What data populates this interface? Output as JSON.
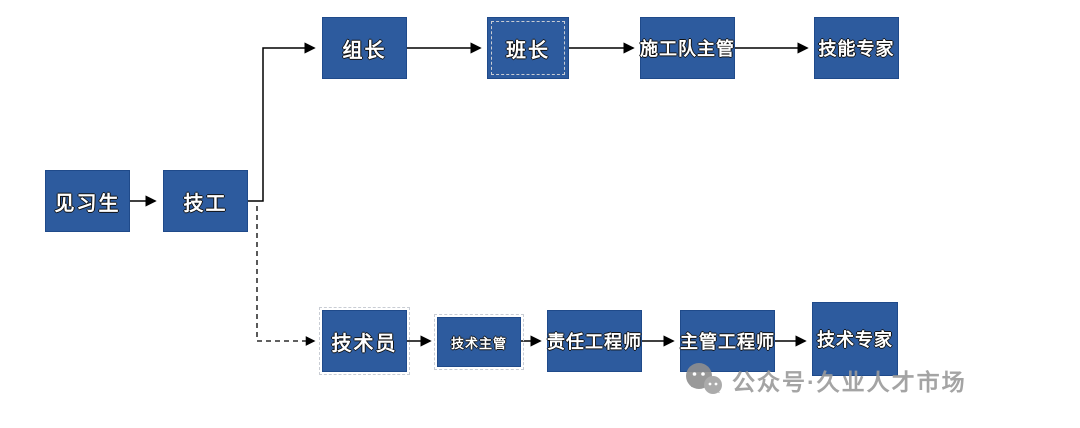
{
  "diagram": {
    "type": "flowchart",
    "nodes": {
      "trainee": {
        "label": "见习生"
      },
      "technician": {
        "label": "技工"
      },
      "team_leader": {
        "label": "组长"
      },
      "foreman": {
        "label": "班长"
      },
      "constr_supervisor": {
        "label": "施工队主管"
      },
      "skill_expert": {
        "label": "技能专家"
      },
      "tech_staff": {
        "label": "技术员"
      },
      "tech_supervisor": {
        "label": "技术主管"
      },
      "resp_engineer": {
        "label": "责任工程师"
      },
      "chief_engineer": {
        "label": "主管工程师"
      },
      "tech_expert": {
        "label": "技术专家"
      }
    },
    "edges": [
      {
        "from": "见习生",
        "to": "技工",
        "style": "solid"
      },
      {
        "from": "技工",
        "to": "组长",
        "style": "solid"
      },
      {
        "from": "组长",
        "to": "班长",
        "style": "solid"
      },
      {
        "from": "班长",
        "to": "施工队主管",
        "style": "solid"
      },
      {
        "from": "施工队主管",
        "to": "技能专家",
        "style": "solid"
      },
      {
        "from": "技工",
        "to": "技术员",
        "style": "dashed"
      },
      {
        "from": "技术员",
        "to": "技术主管",
        "style": "solid"
      },
      {
        "from": "技术主管",
        "to": "责任工程师",
        "style": "solid"
      },
      {
        "from": "责任工程师",
        "to": "主管工程师",
        "style": "solid"
      },
      {
        "from": "主管工程师",
        "to": "技术专家",
        "style": "solid"
      }
    ],
    "colors": {
      "box_fill": "#2d5b9e",
      "box_border": "#1f4a8a",
      "line": "#000000",
      "watermark": "#9b9b9b"
    }
  },
  "watermark": {
    "text": "公众号·久业人才市场"
  }
}
